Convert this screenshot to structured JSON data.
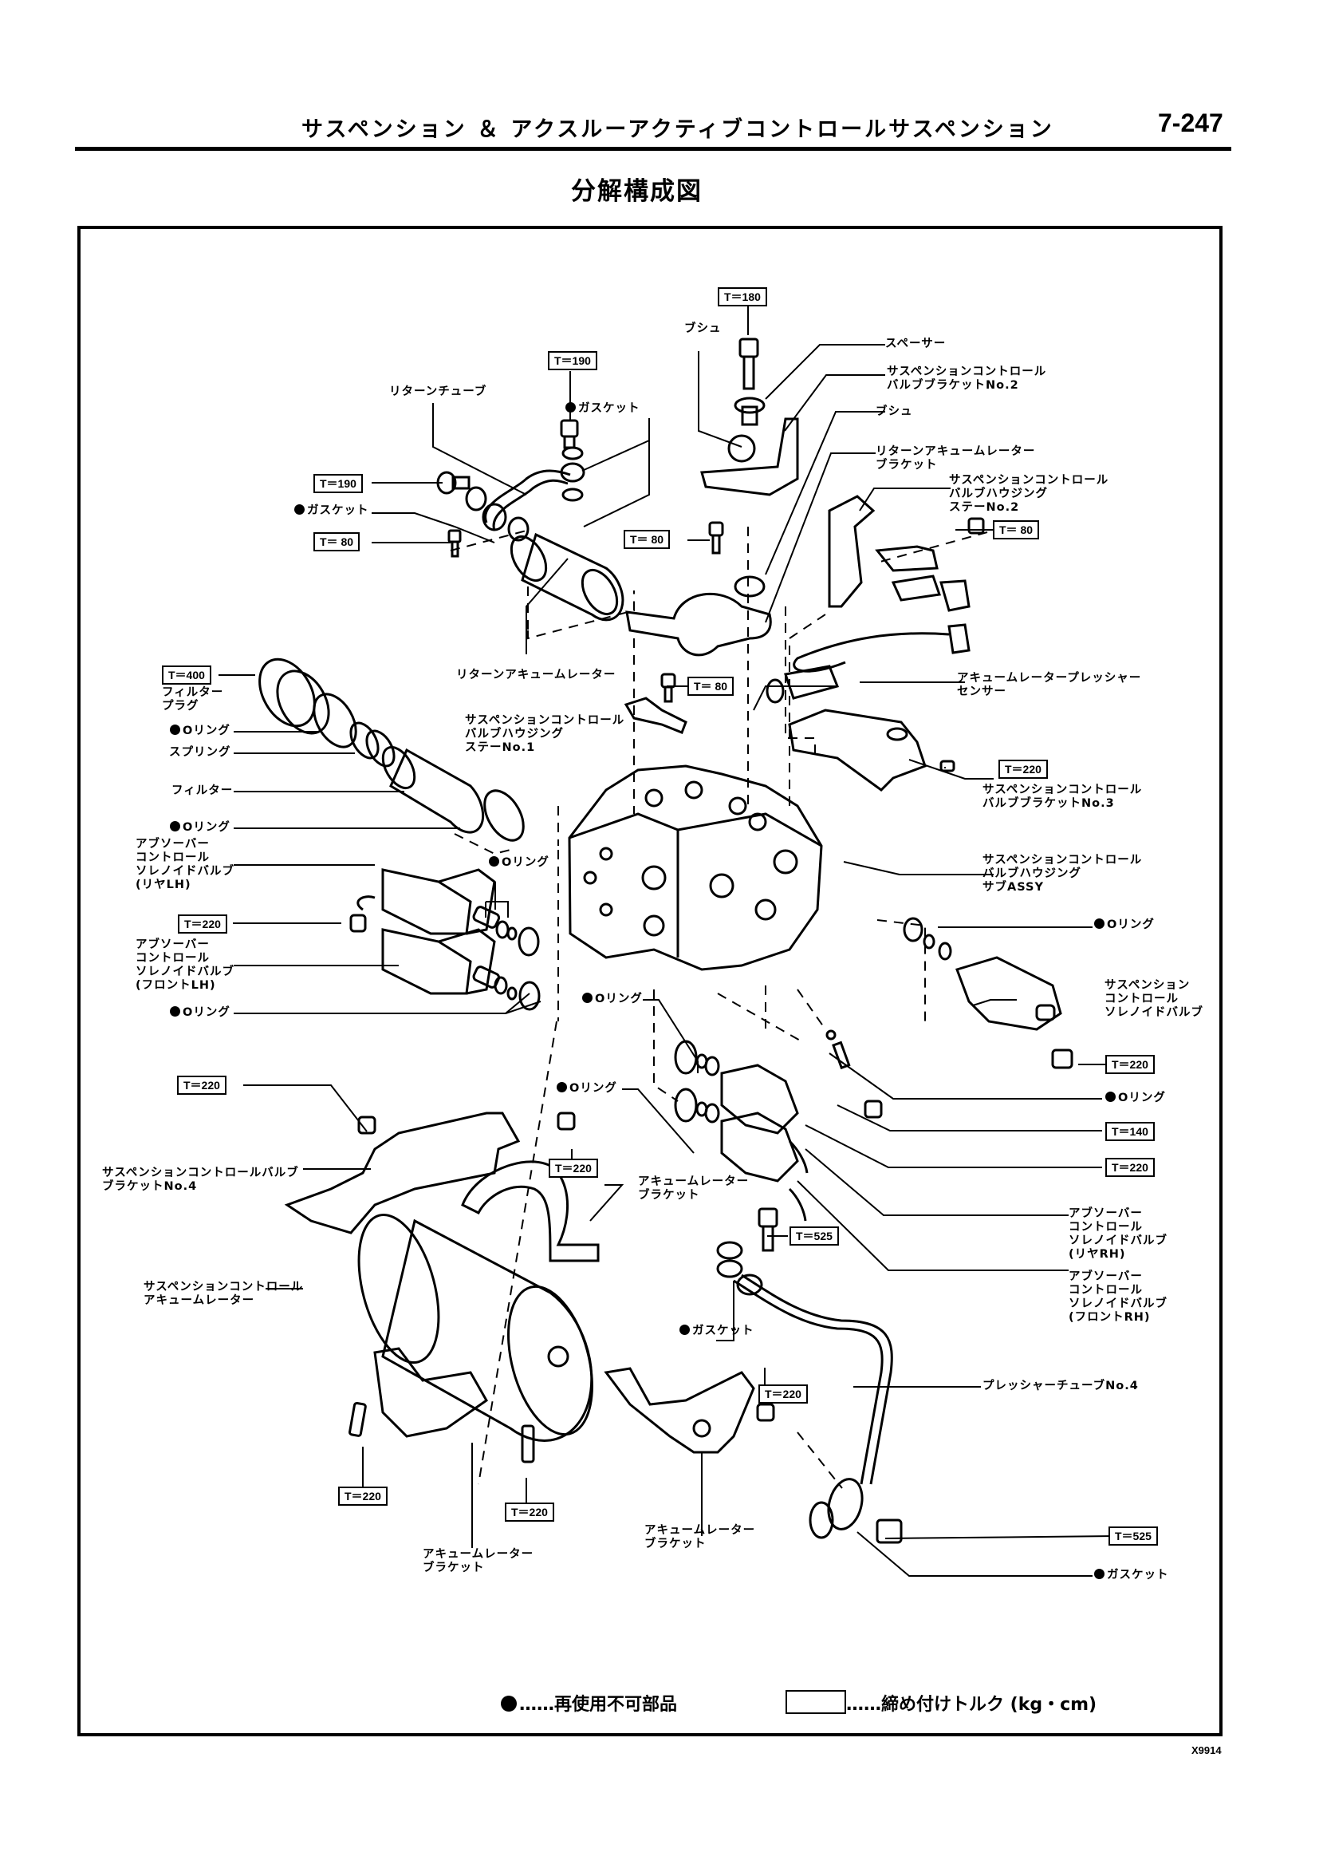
{
  "header": {
    "title": "サスペンション ＆ アクスルーアクティブコントロールサスペンション",
    "page_number": "7-247"
  },
  "section_title": "分解構成図",
  "labels": {
    "return_tube": "リターンチューブ",
    "gasket_top": "ガスケット",
    "gasket_left": "ガスケット",
    "bush_top": "ブシュ",
    "spacer": "スペーサー",
    "valve_bracket_no2": "サスペンションコントロール\nバルブブラケットNo.2",
    "bush_right": "ブシュ",
    "return_acc_bracket": "リターンアキュームレーター\nブラケット",
    "housing_stay_no2": "サスペンションコントロール\nバルブハウジング\nステーNo.2",
    "return_accumulator": "リターンアキュームレーター",
    "filter_plug": "フィルター\nプラグ",
    "o_ring_1": "Oリング",
    "spring": "スプリング",
    "filter": "フィルター",
    "o_ring_2": "Oリング",
    "housing_stay_no1": "サスペンションコントロール\nバルブハウジング\nステーNo.1",
    "pressure_sensor": "アキュームレータープレッシャー\nセンサー",
    "valve_bracket_no3": "サスペンションコントロール\nバルブブラケットNo.3",
    "housing_sub_assy": "サスペンションコントロール\nバルブハウジング\nサブASSY",
    "absorber_rear_lh": "アブソーバー\nコントロール\nソレノイドバルブ\n(リヤLH)",
    "o_ring_3": "Oリング",
    "absorber_front_lh": "アブソーバー\nコントロール\nソレノイドバルブ\n(フロントLH)",
    "o_ring_4": "Oリング",
    "o_ring_5": "Oリング",
    "susp_solenoid": "サスペンション\nコントロール\nソレノイドバルブ",
    "o_ring_6": "Oリング",
    "o_ring_7": "Oリング",
    "o_ring_8": "Oリング",
    "valve_bracket_no4": "サスペンションコントロールバルブ\nブラケットNo.4",
    "acc_bracket_upper": "アキュームレーター\nブラケット",
    "absorber_rear_rh": "アブソーバー\nコントロール\nソレノイドバルブ\n(リヤRH)",
    "absorber_front_rh": "アブソーバー\nコントロール\nソレノイドバルブ\n(フロントRH)",
    "susp_accumulator": "サスペンションコントロール\nアキュームレーター",
    "gasket_mid": "ガスケット",
    "pressure_tube_no4": "プレッシャーチューブNo.4",
    "acc_bracket_lower_left": "アキュームレーター\nブラケット",
    "acc_bracket_lower_mid": "アキュームレーター\nブラケット",
    "gasket_bottom": "ガスケット"
  },
  "torques": {
    "t180": "T＝180",
    "t190_top": "T＝190",
    "t190_left": "T＝190",
    "t80_left": "T＝ 80",
    "t80_mid": "T＝ 80",
    "t80_right": "T＝ 80",
    "t80_stay1": "T＝ 80",
    "t400": "T＝400",
    "t220_bracket3": "T＝220",
    "t220_solenoid_lh": "T＝220",
    "t220_susp_sol": "T＝220",
    "t140": "T＝140",
    "t220_rh": "T＝220",
    "t220_bracket4": "T＝220",
    "t220_acc_bracket": "T＝220",
    "t525_top": "T＝525",
    "t220_lower_mid": "T＝220",
    "t220_lower_left": "T＝220",
    "t220_lower_center": "T＝220",
    "t525_bottom": "T＝525"
  },
  "legend": {
    "non_reusable": "……再使用不可部品",
    "torque": "……締め付けトルク (kg・cm)"
  },
  "figure_code": "X9914"
}
